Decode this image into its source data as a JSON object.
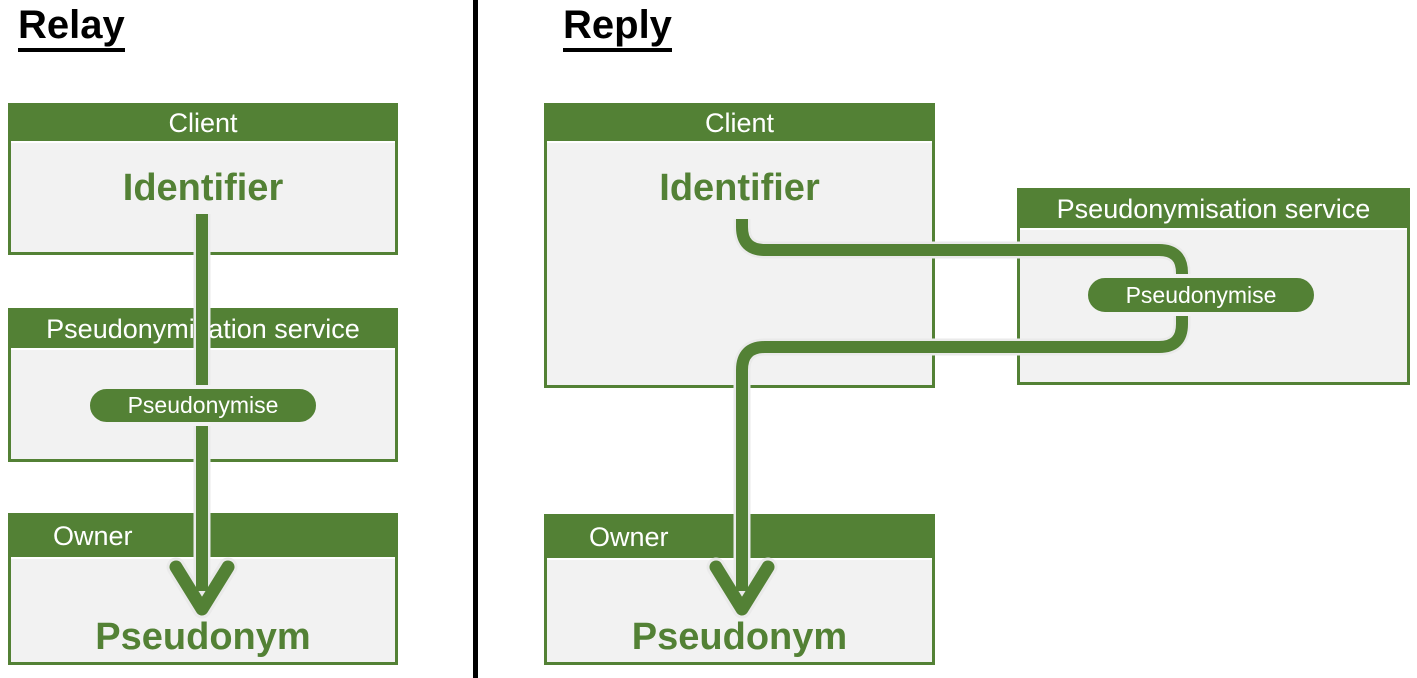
{
  "colors": {
    "accent_green": "#538135",
    "panel_gray": "#f2f2f2",
    "divider_black": "#000000",
    "header_text_white": "#ffffff"
  },
  "relay": {
    "title": "Relay",
    "client_header": "Client",
    "client_value": "Identifier",
    "service_header": "Pseudonymisation service",
    "service_action": "Pseudonymise",
    "owner_header": "Owner",
    "owner_value": "Pseudonym"
  },
  "reply": {
    "title": "Reply",
    "client_header": "Client",
    "client_value": "Identifier",
    "service_header": "Pseudonymisation service",
    "service_action": "Pseudonymise",
    "owner_header": "Owner",
    "owner_value": "Pseudonym"
  }
}
